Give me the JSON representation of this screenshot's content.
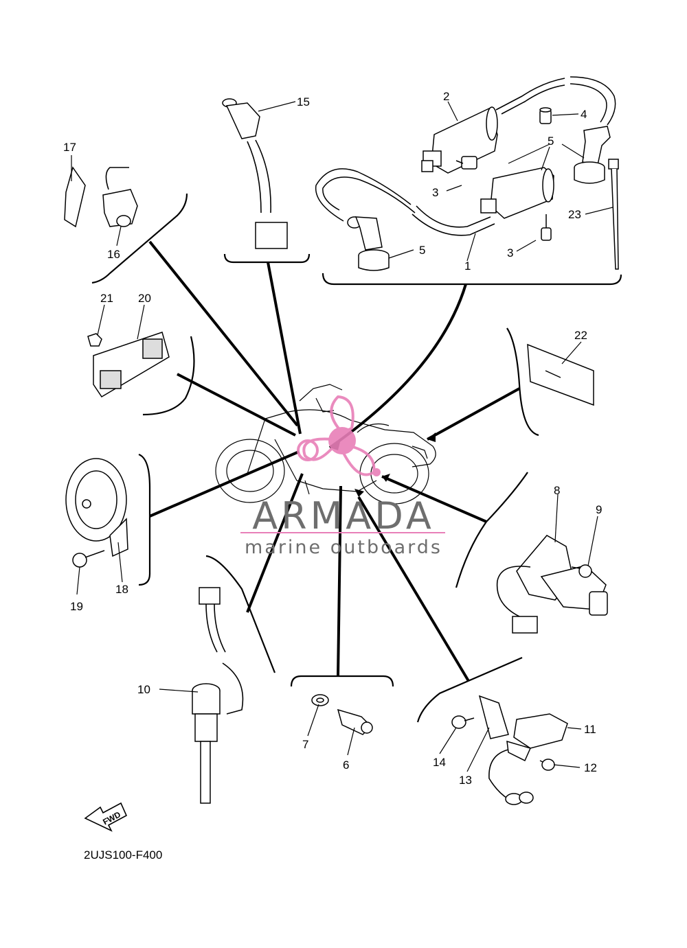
{
  "diagram_code": "2UJS100-F400",
  "fwd_label": "FWD",
  "watermark": {
    "title": "ARMADA",
    "subtitle": "marine outboards",
    "color_primary": "#e87fb8",
    "color_text": "#6e6e6e",
    "color_pink_text": "#e06aa8"
  },
  "callouts": {
    "p1": "1",
    "p2": "2",
    "p3a": "3",
    "p3b": "3",
    "p4": "4",
    "p5a": "5",
    "p5b": "5",
    "p6": "6",
    "p7": "7",
    "p8": "8",
    "p9": "9",
    "p10": "10",
    "p11": "11",
    "p12": "12",
    "p13": "13",
    "p14": "14",
    "p15": "15",
    "p16": "16",
    "p17": "17",
    "p18": "18",
    "p19": "19",
    "p20": "20",
    "p21": "21",
    "p22": "22",
    "p23": "23"
  }
}
